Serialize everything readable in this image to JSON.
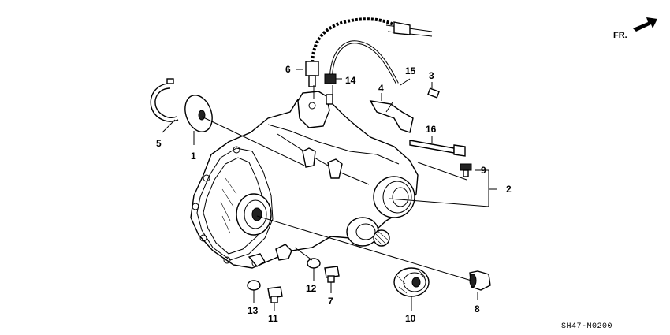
{
  "diagram": {
    "orientation_label": "FR.",
    "drawing_code": "SH47-M0200",
    "callouts": [
      "1",
      "2",
      "3",
      "4",
      "5",
      "6",
      "7",
      "8",
      "9",
      "10",
      "11",
      "12",
      "13",
      "14",
      "15",
      "16"
    ]
  }
}
